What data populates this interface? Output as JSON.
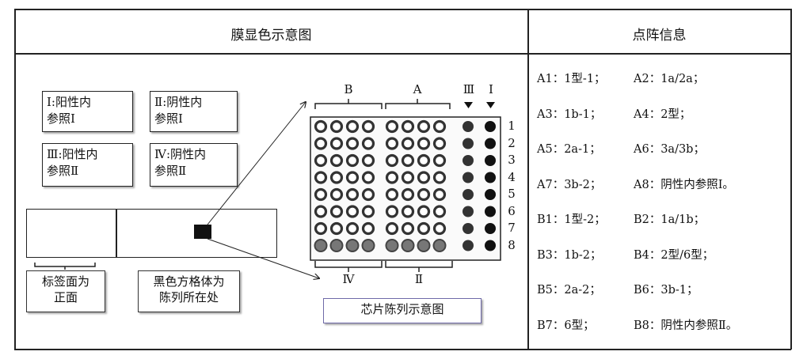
{
  "headers": {
    "left": "膜显色示意图",
    "right": "点阵信息"
  },
  "legend_boxes": [
    {
      "line1": "Ⅰ:阳性内",
      "line2": "参照Ⅰ"
    },
    {
      "line1": "Ⅱ:阴性内",
      "line2": "参照Ⅰ"
    },
    {
      "line1": "Ⅲ:阳性内",
      "line2": "参照Ⅱ"
    },
    {
      "line1": "Ⅳ:阴性内",
      "line2": "参照Ⅱ"
    }
  ],
  "captions": {
    "label_side": {
      "line1": "标签面为",
      "line2": "正面"
    },
    "black_square": {
      "line1": "黑色方格体为",
      "line2": "陈列所在处"
    },
    "chip": "芯片陈列示意图"
  },
  "array_labels": {
    "top": [
      "B",
      "A",
      "Ⅲ",
      "Ⅰ"
    ],
    "bottom": [
      "Ⅳ",
      "Ⅱ"
    ],
    "rows": [
      "1",
      "2",
      "3",
      "4",
      "5",
      "6",
      "7",
      "8"
    ]
  },
  "dot_info": [
    [
      "A1：1型-1；",
      "A2：1a/2a；"
    ],
    [
      "A3：1b-1；",
      "A4：2型；"
    ],
    [
      "A5：2a-1；",
      "A6：3a/3b；"
    ],
    [
      "A7：3b-2；",
      "A8：阴性内参照Ⅰ。"
    ],
    [
      "B1：1型-2；",
      "B2：1a/1b；"
    ],
    [
      "B3：1b-2；",
      "B4：2型/6型；"
    ],
    [
      "B5：2a-2；",
      "B6：3b-1；"
    ],
    [
      "B7：6型；",
      "B8：阴性内参照Ⅱ。"
    ]
  ],
  "colors": {
    "border": "#222222",
    "dot_ring": "#333333",
    "dot_filled": "#111111",
    "chip_border": "#6f6aa8"
  }
}
